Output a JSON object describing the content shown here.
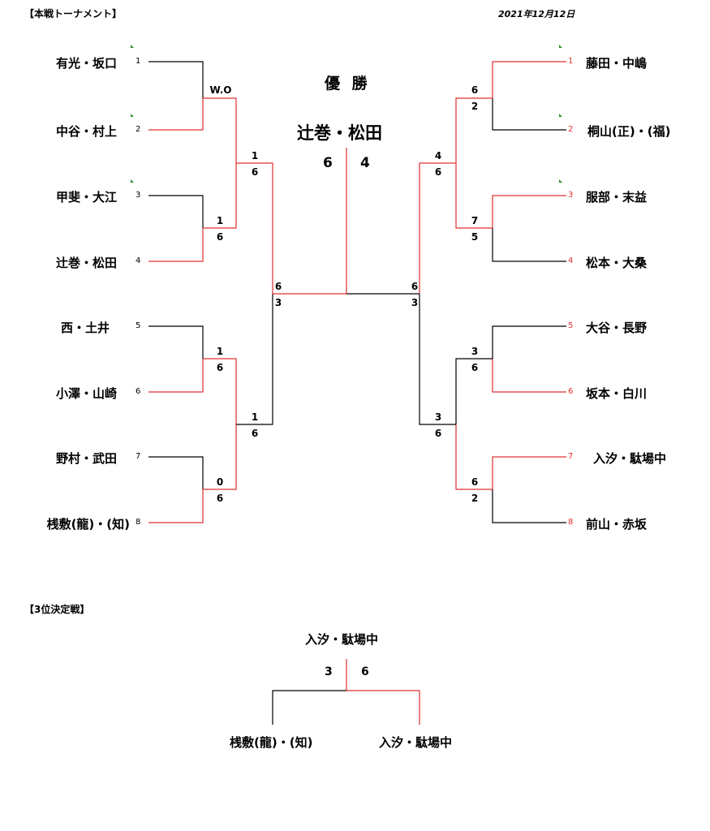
{
  "header": {
    "title": "【本戦トーナメント】",
    "date": "2021年12月12日"
  },
  "colors": {
    "winner_line": "#e03030",
    "loser_line": "#000000",
    "seed_red": "#e03030",
    "flag": "#2e8b2e"
  },
  "left": {
    "players": [
      {
        "seed": "1",
        "name": "有光・坂口"
      },
      {
        "seed": "2",
        "name": "中谷・村上"
      },
      {
        "seed": "3",
        "name": "甲斐・大江"
      },
      {
        "seed": "4",
        "name": "辻巻・松田"
      },
      {
        "seed": "5",
        "name": "西・土井"
      },
      {
        "seed": "6",
        "name": "小澤・山崎"
      },
      {
        "seed": "7",
        "name": "野村・武田"
      },
      {
        "seed": "8",
        "name": "桟敷(龍)・(知)"
      }
    ],
    "r1": [
      {
        "top": "W.O",
        "bot": ""
      },
      {
        "top": "1",
        "bot": "6"
      },
      {
        "top": "1",
        "bot": "6"
      },
      {
        "top": "0",
        "bot": "6"
      }
    ],
    "sf": [
      {
        "top": "1",
        "bot": "6"
      },
      {
        "top": "1",
        "bot": "6"
      }
    ],
    "final": {
      "top": "6",
      "bot": "3"
    }
  },
  "right": {
    "players": [
      {
        "seed": "1",
        "name": "藤田・中嶋"
      },
      {
        "seed": "2",
        "name": "桐山(正)・(福)"
      },
      {
        "seed": "3",
        "name": "服部・末益"
      },
      {
        "seed": "4",
        "name": "松本・大桑"
      },
      {
        "seed": "5",
        "name": "大谷・長野"
      },
      {
        "seed": "6",
        "name": "坂本・白川"
      },
      {
        "seed": "7",
        "name": "入汐・駄場中"
      },
      {
        "seed": "8",
        "name": "前山・赤坂"
      }
    ],
    "r1": [
      {
        "top": "6",
        "bot": "2"
      },
      {
        "top": "7",
        "bot": "5"
      },
      {
        "top": "3",
        "bot": "6"
      },
      {
        "top": "6",
        "bot": "2"
      }
    ],
    "sf": [
      {
        "top": "4",
        "bot": "6"
      },
      {
        "top": "3",
        "bot": "6"
      }
    ],
    "final": {
      "top": "6",
      "bot": "3"
    }
  },
  "champion": {
    "title": "優 勝",
    "name": "辻巻・松田",
    "score_left": "6",
    "score_right": "4"
  },
  "third_place": {
    "title": "【3位決定戦】",
    "winner": "入汐・駄場中",
    "score_left": "3",
    "score_right": "6",
    "left_name": "桟敷(龍)・(知)",
    "right_name": "入汐・駄場中"
  }
}
